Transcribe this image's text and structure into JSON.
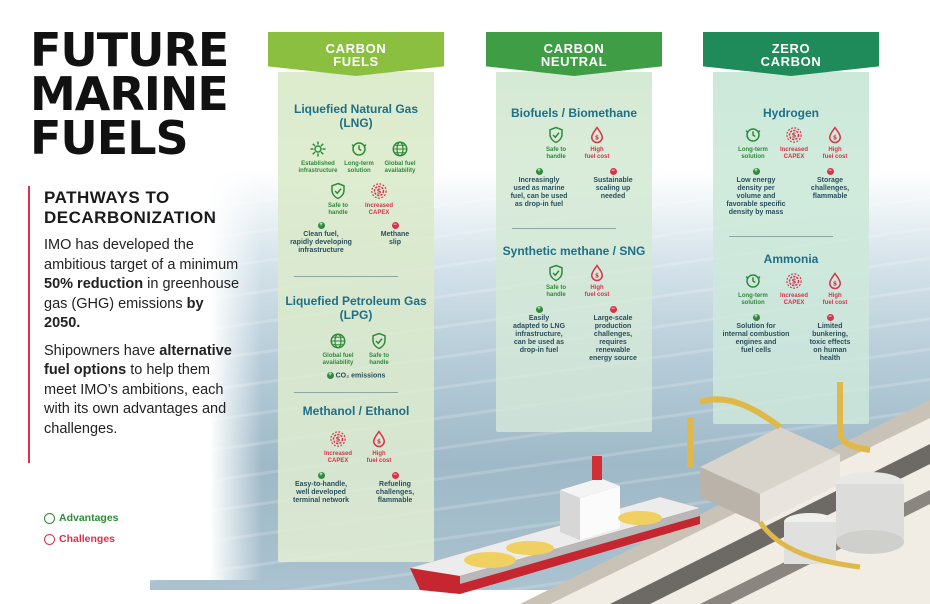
{
  "title": [
    "FUTURE",
    "MARINE",
    "FUELS"
  ],
  "subtitle": [
    "PATHWAYS TO",
    "DECARBONIZATION"
  ],
  "para1": {
    "a": "IMO has developed the ambitious target of a minimum ",
    "b": "50% reduction",
    "c": " in greenhouse gas (GHG) emissions ",
    "d": "by 2050."
  },
  "para2": {
    "a": "Shipowners have ",
    "b": "alternative fuel options",
    "c": " to help them meet IMO’s ambitions, each with its own advantages and challenges."
  },
  "legend": {
    "advantages": "Advantages",
    "challenges": "Challenges"
  },
  "colors": {
    "carbon_fuels": "#8bbf3f",
    "carbon_neutral": "#3f9e45",
    "zero_carbon": "#1f8a5a",
    "advantage": "#2e8b3a",
    "challenge": "#d8334a",
    "section_title": "#1f6f87"
  },
  "columns": [
    {
      "header": [
        "CARBON",
        "FUELS"
      ],
      "fuels": [
        {
          "name": [
            "Liquefied Natural Gas",
            "(LNG)"
          ],
          "icons": [
            {
              "icon": "gear-icon",
              "label": [
                "Established",
                "infrastructure"
              ],
              "kind": "advantage"
            },
            {
              "icon": "clock-icon",
              "label": [
                "Long-term",
                "solution"
              ],
              "kind": "advantage"
            },
            {
              "icon": "globe-icon",
              "label": [
                "Global fuel",
                "availability"
              ],
              "kind": "advantage"
            },
            {
              "icon": "shield-check-icon",
              "label": [
                "Safe to",
                "handle"
              ],
              "kind": "advantage"
            },
            {
              "icon": "dollar-gear-icon",
              "label": [
                "Increased",
                "CAPEX"
              ],
              "kind": "challenge"
            }
          ],
          "advantage": [
            "Clean fuel,",
            "rapidly developing",
            "infrastructure"
          ],
          "challenge": [
            "Methane",
            "slip"
          ]
        },
        {
          "name": [
            "Liquefied Petroleum Gas",
            "(LPG)"
          ],
          "icons": [
            {
              "icon": "globe-icon",
              "label": [
                "Global fuel",
                "availability"
              ],
              "kind": "advantage"
            },
            {
              "icon": "shield-check-icon",
              "label": [
                "Safe to",
                "handle"
              ],
              "kind": "advantage"
            }
          ],
          "advantage_inline": "CO₂ emissions"
        },
        {
          "name": [
            "Methanol / Ethanol"
          ],
          "icons": [
            {
              "icon": "dollar-gear-icon",
              "label": [
                "Increased",
                "CAPEX"
              ],
              "kind": "challenge"
            },
            {
              "icon": "fuel-drop-icon",
              "label": [
                "High",
                "fuel cost"
              ],
              "kind": "challenge"
            }
          ],
          "advantage": [
            "Easy-to-handle,",
            "well developed",
            "terminal network"
          ],
          "challenge": [
            "Refueling",
            "challenges,",
            "flammable"
          ]
        }
      ]
    },
    {
      "header": [
        "CARBON",
        "NEUTRAL"
      ],
      "fuels": [
        {
          "name": [
            "Biofuels / Biomethane"
          ],
          "icons": [
            {
              "icon": "shield-check-icon",
              "label": [
                "Safe to",
                "handle"
              ],
              "kind": "advantage"
            },
            {
              "icon": "fuel-drop-icon",
              "label": [
                "High",
                "fuel cost"
              ],
              "kind": "challenge"
            }
          ],
          "advantage": [
            "Increasingly",
            "used as marine",
            "fuel, can be used",
            "as drop-in fuel"
          ],
          "challenge": [
            "Sustainable",
            "scaling up",
            "needed"
          ]
        },
        {
          "name": [
            "Synthetic methane / SNG"
          ],
          "icons": [
            {
              "icon": "shield-check-icon",
              "label": [
                "Safe to",
                "handle"
              ],
              "kind": "advantage"
            },
            {
              "icon": "fuel-drop-icon",
              "label": [
                "High",
                "fuel cost"
              ],
              "kind": "challenge"
            }
          ],
          "advantage": [
            "Easily",
            "adapted to LNG",
            "infrastructure,",
            "can be used as",
            "drop-in fuel"
          ],
          "challenge": [
            "Large-scale",
            "production",
            "challenges,",
            "requires",
            "renewable",
            "energy source"
          ]
        }
      ]
    },
    {
      "header": [
        "ZERO",
        "CARBON"
      ],
      "fuels": [
        {
          "name": [
            "Hydrogen"
          ],
          "icons": [
            {
              "icon": "clock-icon",
              "label": [
                "Long-term",
                "solution"
              ],
              "kind": "advantage"
            },
            {
              "icon": "dollar-gear-icon",
              "label": [
                "Increased",
                "CAPEX"
              ],
              "kind": "challenge"
            },
            {
              "icon": "fuel-drop-icon",
              "label": [
                "High",
                "fuel cost"
              ],
              "kind": "challenge"
            }
          ],
          "advantage": [
            "Low energy",
            "density per",
            "volume and",
            "favorable specific",
            "density by mass"
          ],
          "challenge": [
            "Storage",
            "challenges,",
            "flammable"
          ]
        },
        {
          "name": [
            "Ammonia"
          ],
          "icons": [
            {
              "icon": "clock-icon",
              "label": [
                "Long-term",
                "solution"
              ],
              "kind": "advantage"
            },
            {
              "icon": "dollar-gear-icon",
              "label": [
                "Increased",
                "CAPEX"
              ],
              "kind": "challenge"
            },
            {
              "icon": "fuel-drop-icon",
              "label": [
                "High",
                "fuel cost"
              ],
              "kind": "challenge"
            }
          ],
          "advantage": [
            "Solution for",
            "internal combustion",
            "engines and",
            "fuel cells"
          ],
          "challenge": [
            "Limited",
            "bunkering,",
            "toxic effects",
            "on human",
            "health"
          ]
        }
      ]
    }
  ]
}
